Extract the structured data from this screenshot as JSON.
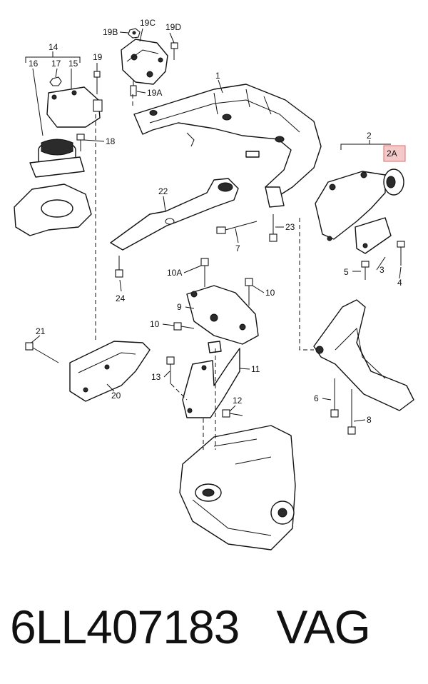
{
  "labels": {
    "l1": "1",
    "l2": "2",
    "l2A": "2A",
    "l3": "3",
    "l4": "4",
    "l5": "5",
    "l6": "6",
    "l7": "7",
    "l8": "8",
    "l9": "9",
    "l10": "10",
    "l10b": "10",
    "l10A": "10A",
    "l11": "11",
    "l12": "12",
    "l13": "13",
    "l14": "14",
    "l15": "15",
    "l16": "16",
    "l17": "17",
    "l18": "18",
    "l19": "19",
    "l19A": "19A",
    "l19B": "19B",
    "l19C": "19C",
    "l19D": "19D",
    "l20": "20",
    "l21": "21",
    "l22": "22",
    "l23": "23",
    "l24": "24"
  },
  "caption": {
    "part_number": "6LL407183",
    "brand": "VAG"
  },
  "colors": {
    "line": "#111111",
    "highlight_fill": "#f4c9c9",
    "highlight_stroke": "#e26b6b"
  }
}
